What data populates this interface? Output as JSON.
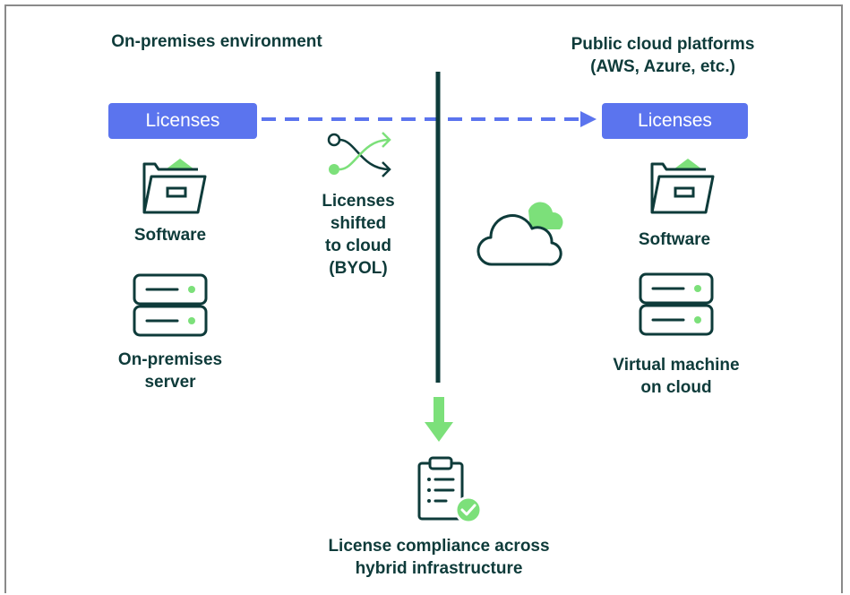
{
  "left": {
    "heading": "On-premises environment",
    "licenses_label": "Licenses",
    "software_label": "Software",
    "server_label": "On-premises\nserver"
  },
  "right": {
    "heading": "Public cloud platforms\n(AWS, Azure, etc.)",
    "licenses_label": "Licenses",
    "software_label": "Software",
    "vm_label": "Virtual machine\non cloud"
  },
  "middle": {
    "shift_label": "Licenses\nshifted\nto cloud\n(BYOL)"
  },
  "bottom": {
    "compliance_label": "License compliance across\nhybrid infrastructure"
  },
  "colors": {
    "accent_blue": "#5b74ee",
    "dark_teal": "#0e3b3a",
    "green": "#7ce07a"
  },
  "icons": [
    "folder-icon",
    "server-icon",
    "shuffle-arrows-icon",
    "cloud-icon",
    "down-arrow-icon",
    "clipboard-check-icon"
  ]
}
